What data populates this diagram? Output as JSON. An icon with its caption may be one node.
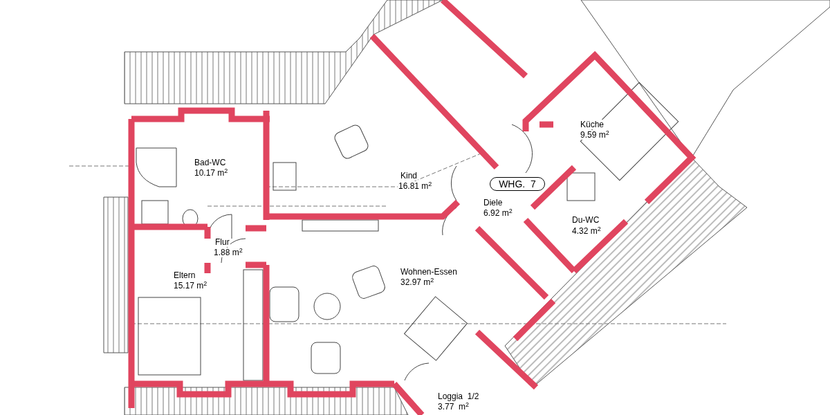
{
  "diagram": {
    "nodes": [
      {
        "text": [
          "WHG.  7"
        ]
      }
    ],
    "edges": [],
    "labels": [
      "Küche",
      "9.59 m$^{2}$",
      "Bad-WC",
      "10.17 m$^{2}$",
      "Kind",
      "16.81 m$^{2}$",
      "Diele",
      "6.92 m$^{2}$",
      "Du-WC",
      "4.32 m$^{2}$",
      "Flur",
      "1.88 m$^{2}$",
      "Eltern",
      "15.17 m$^{2}$",
      "Wohnen-Essen",
      "32.97 m$^{2}$",
      "Loggia  1/2",
      "3.77  m$^{2}$"
    ]
  }
}
